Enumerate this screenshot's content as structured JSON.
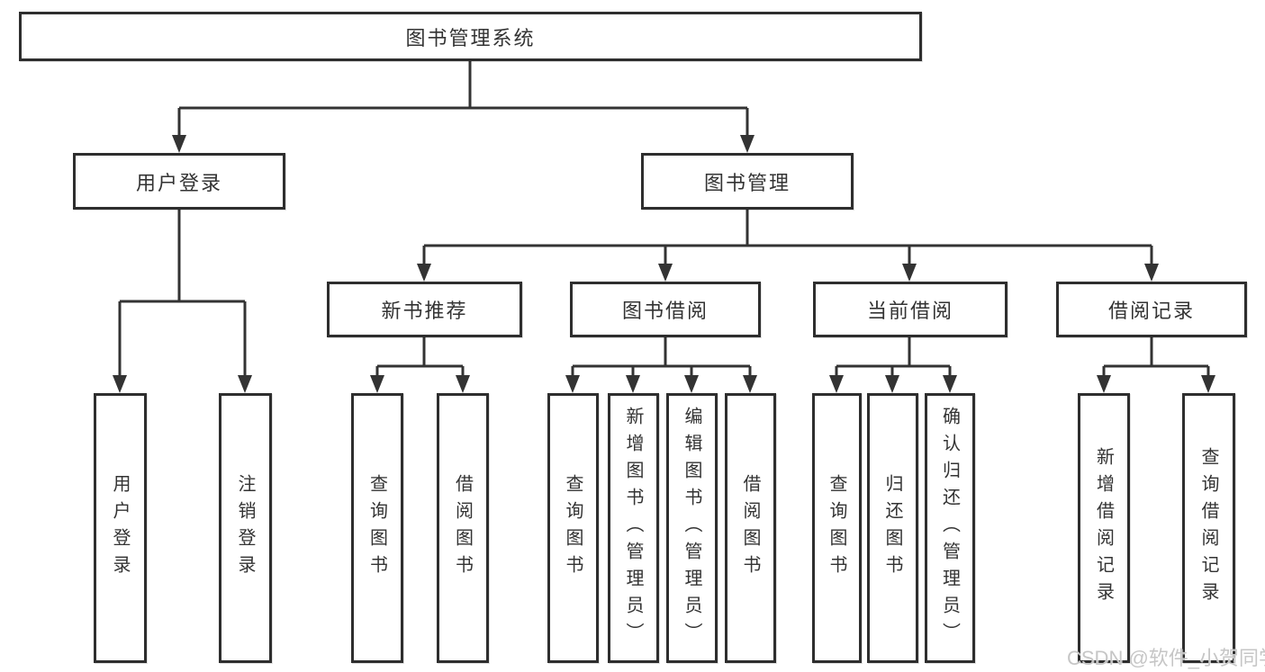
{
  "diagram": {
    "title": "图书管理系统",
    "colors": {
      "line": "#333333",
      "box_border": "#2e2e2e",
      "text": "#333333",
      "background": "#ffffff",
      "watermark": "#c6c6c6"
    },
    "nodes": {
      "root": {
        "label": "图书管理系统"
      },
      "user_login": {
        "label": "用户登录"
      },
      "book_mgmt": {
        "label": "图书管理"
      },
      "new_book_rec": {
        "label": "新书推荐"
      },
      "book_borrow": {
        "label": "图书借阅"
      },
      "current_borrow": {
        "label": "当前借阅"
      },
      "borrow_records": {
        "label": "借阅记录"
      },
      "leaf_user_login": {
        "label": "用户登录"
      },
      "leaf_logout": {
        "label": "注销登录"
      },
      "leaf_rec_search": {
        "label": "查询图书"
      },
      "leaf_rec_borrow": {
        "label": "借阅图书"
      },
      "leaf_bb_search": {
        "label": "查询图书"
      },
      "leaf_bb_add": {
        "label": "新增图书（管理员）"
      },
      "leaf_bb_edit": {
        "label": "编辑图书（管理员）"
      },
      "leaf_bb_borrow": {
        "label": "借阅图书"
      },
      "leaf_cb_search": {
        "label": "查询图书"
      },
      "leaf_cb_return": {
        "label": "归还图书"
      },
      "leaf_cb_confirm": {
        "label": "确认归还（管理员）"
      },
      "leaf_br_add": {
        "label": "新增借阅记录"
      },
      "leaf_br_search": {
        "label": "查询借阅记录"
      }
    },
    "structure": [
      {
        "parent": "图书管理系统",
        "children": [
          "用户登录",
          "图书管理"
        ]
      },
      {
        "parent": "用户登录",
        "children": [
          "用户登录",
          "注销登录"
        ]
      },
      {
        "parent": "图书管理",
        "children": [
          "新书推荐",
          "图书借阅",
          "当前借阅",
          "借阅记录"
        ]
      },
      {
        "parent": "新书推荐",
        "children": [
          "查询图书",
          "借阅图书"
        ]
      },
      {
        "parent": "图书借阅",
        "children": [
          "查询图书",
          "新增图书（管理员）",
          "编辑图书（管理员）",
          "借阅图书"
        ]
      },
      {
        "parent": "当前借阅",
        "children": [
          "查询图书",
          "归还图书",
          "确认归还（管理员）"
        ]
      },
      {
        "parent": "借阅记录",
        "children": [
          "新增借阅记录",
          "查询借阅记录"
        ]
      }
    ],
    "watermark": {
      "text": "CSDN @软件_小贺同学"
    }
  }
}
